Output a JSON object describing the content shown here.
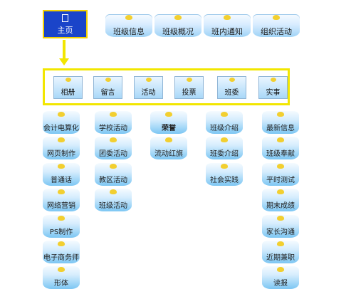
{
  "home": {
    "label": "主页"
  },
  "nav": [
    "班级信息",
    "班级概况",
    "班内通知",
    "组织活动"
  ],
  "categories": [
    "相册",
    "留言",
    "活动",
    "投票",
    "班委",
    "实事"
  ],
  "columns": [
    [
      "会计电算化",
      "网页制作",
      "普通话",
      "网络营销",
      "PS制作",
      "电子商务师",
      "形体"
    ],
    [
      "学校活动",
      "团委活动",
      "教区活动",
      "班级活动"
    ],
    [
      "荣誉",
      "流动红旗"
    ],
    [
      "班级介绍",
      "班委介绍",
      "社会实践"
    ],
    [
      "最新信息",
      "班级奉献",
      "平时测试",
      "期末成绩",
      "家长沟通",
      "近期兼职",
      "读报"
    ]
  ],
  "colors": {
    "home_bg": "#1a44c9",
    "accent_yellow": "#f2e600",
    "item_blue": "#7cc6f3"
  }
}
